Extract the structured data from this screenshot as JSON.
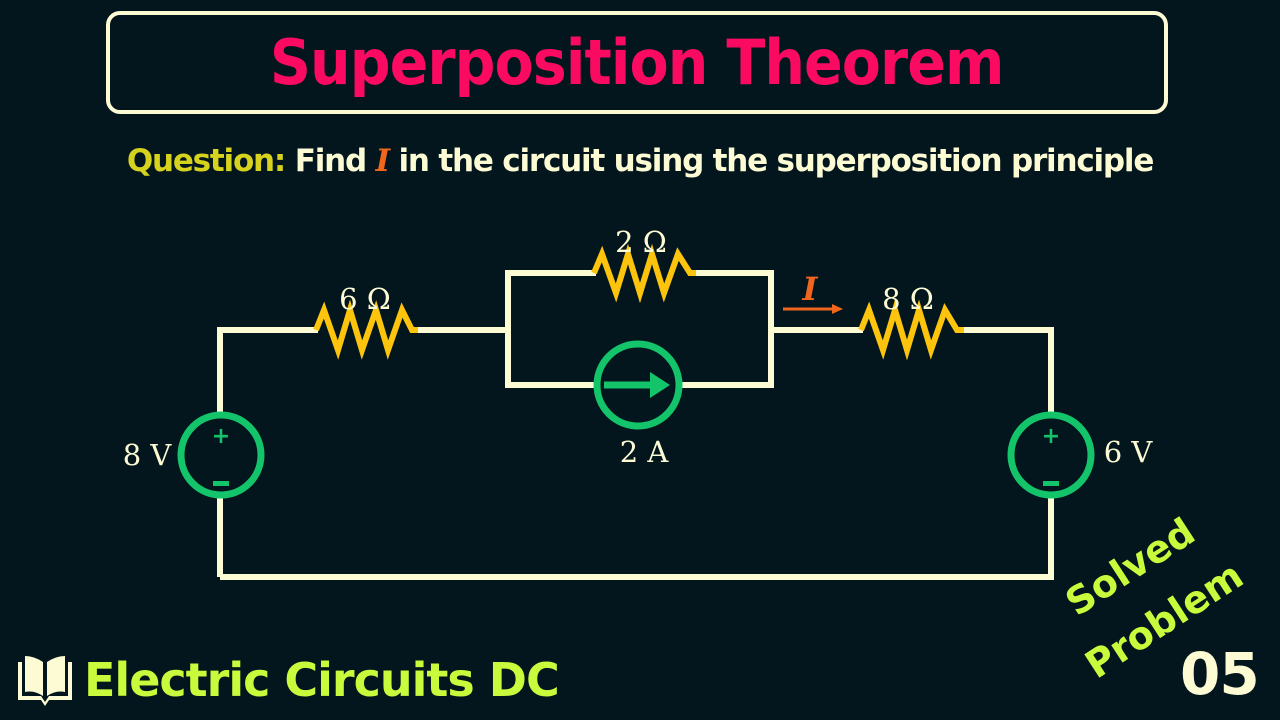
{
  "header": {
    "title": "Superposition Theorem"
  },
  "question": {
    "label": "Question:",
    "text_before": "Find",
    "variable": "I",
    "text_after": "in the circuit using the superposition principle"
  },
  "circuit": {
    "resistors": [
      {
        "id": "R1",
        "label": "6 Ω"
      },
      {
        "id": "R2",
        "label": "2 Ω"
      },
      {
        "id": "R3",
        "label": "8 Ω"
      }
    ],
    "voltage_sources": [
      {
        "id": "V1",
        "label": "8 V",
        "plus": "+",
        "minus": "−"
      },
      {
        "id": "V2",
        "label": "6 V",
        "plus": "+",
        "minus": "−"
      }
    ],
    "current_source": {
      "id": "I1",
      "label": "2 A"
    },
    "current_marker": {
      "label": "I"
    },
    "colors": {
      "wire": "#fdfbd4",
      "resistor": "#fcc40c",
      "source": "#13c46a",
      "current_arrow": "#f2651c"
    }
  },
  "footer": {
    "brand": "Electric Circuits DC",
    "badge_line1": "Solved",
    "badge_line2": "Problem",
    "badge_number": "05"
  }
}
